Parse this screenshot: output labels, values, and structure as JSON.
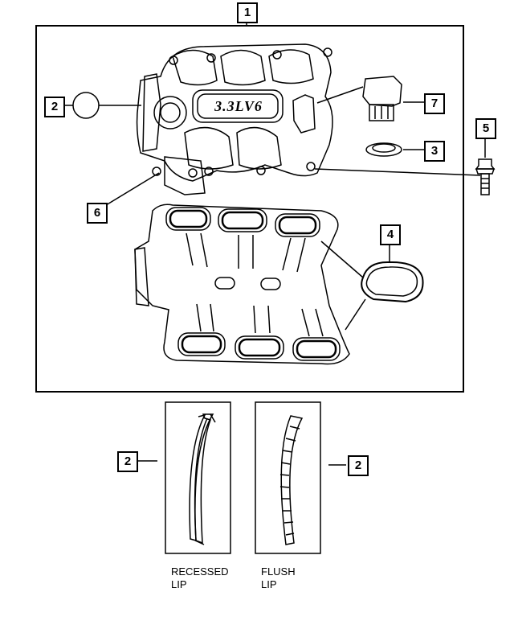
{
  "diagram": {
    "callouts": {
      "c1": "1",
      "c2_left": "2",
      "c2_lower_left": "2",
      "c2_lower_right": "2",
      "c3": "3",
      "c4": "4",
      "c5": "5",
      "c6": "6",
      "c7": "7"
    },
    "engine_badge": "3.3LV6",
    "captions": {
      "recessed": "RECESSED\nLIP",
      "flush": "FLUSH\nLIP"
    }
  }
}
